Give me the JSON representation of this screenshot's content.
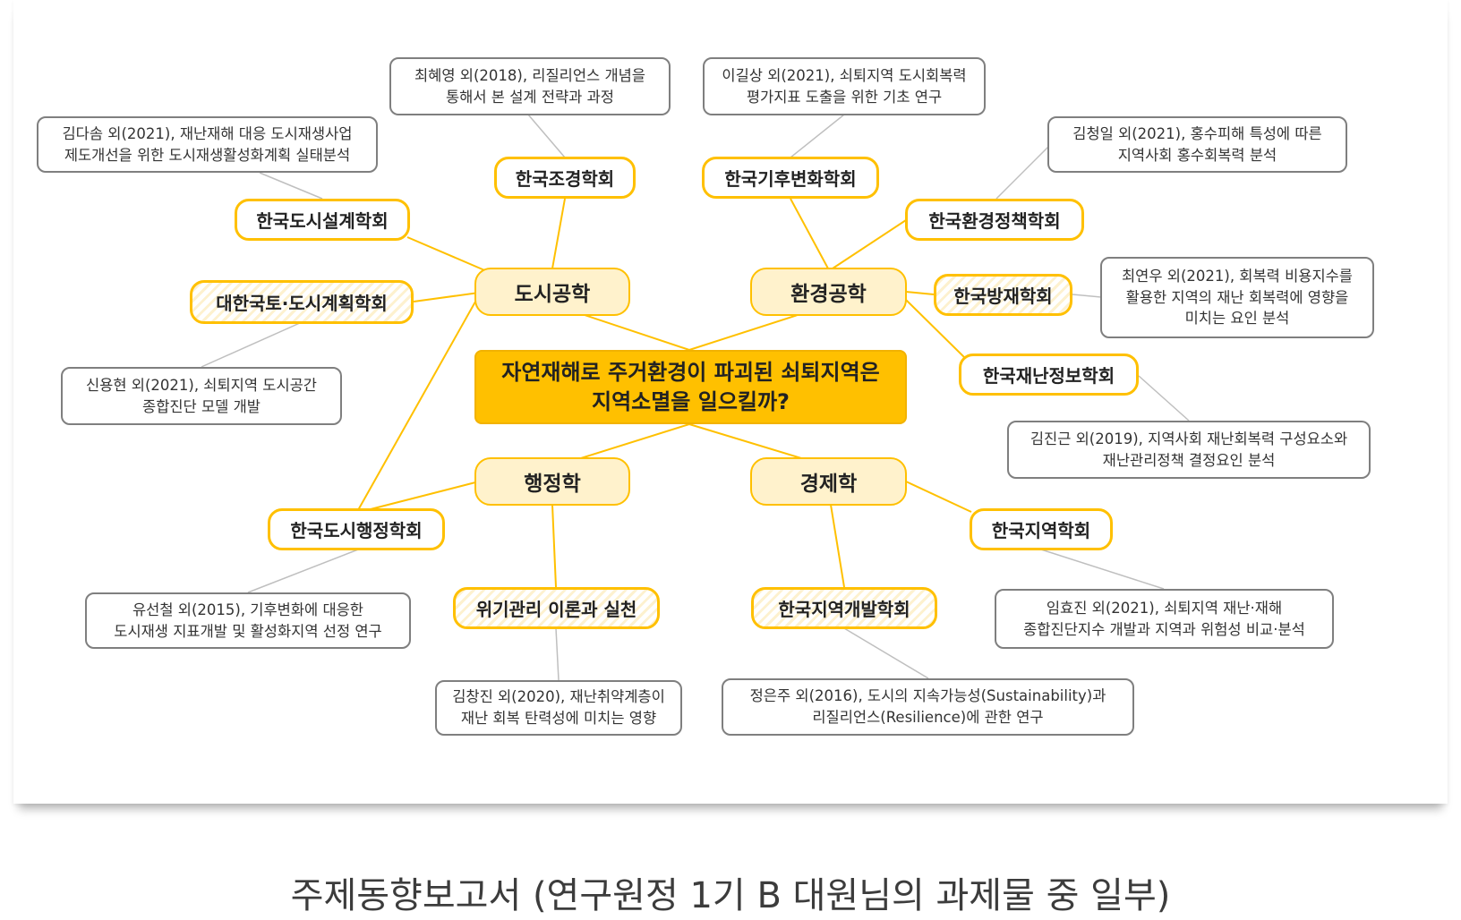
{
  "center": {
    "text": "자연재해로 주거환경이 파괴된 쇠퇴지역은\n지역소멸을 일으킬까?"
  },
  "fields": {
    "urban": "도시공학",
    "env": "환경공학",
    "admin": "행정학",
    "econ": "경제학"
  },
  "societies": {
    "landscape": "한국조경학회",
    "urban_design": "한국도시설계학회",
    "planning": "대한국토·도시계획학회",
    "climate": "한국기후변화학회",
    "env_policy": "한국환경정책학회",
    "disaster_prev": "한국방재학회",
    "disaster_info": "한국재난정보학회",
    "urban_admin": "한국도시행정학회",
    "crisis": "위기관리 이론과 실천",
    "regional_dev": "한국지역개발학회",
    "regional": "한국지역학회"
  },
  "references": {
    "landscape": "최혜영 외(2018), 리질리언스 개념을\n통해서 본 설계 전략과 과정",
    "urban_design": "김다솜 외(2021), 재난재해 대응 도시재생사업\n제도개선을 위한 도시재생활성화계획 실태분석",
    "planning": "신용현 외(2021), 쇠퇴지역 도시공간\n종합진단 모델 개발",
    "climate": "이길상 외(2021), 쇠퇴지역 도시회복력\n평가지표 도출을 위한 기초 연구",
    "env_policy": "김청일 외(2021), 홍수피해 특성에 따른\n지역사회 홍수회복력 분석",
    "disaster_prev": "최연우 외(2021), 회복력 비용지수를\n활용한 지역의 재난 회복력에 영향을\n미치는 요인 분석",
    "disaster_info": "김진근 외(2019), 지역사회 재난회복력 구성요소와\n재난관리정책 결정요인 분석",
    "urban_admin": "유선철 외(2015), 기후변화에 대응한\n도시재생 지표개발 및 활성화지역 선정 연구",
    "crisis": "김창진 외(2020), 재난취약계층이\n재난 회복 탄력성에 미치는 영향",
    "regional_dev": "정은주 외(2016), 도시의 지속가능성(Sustainability)과\n리질리언스(Resilience)에 관한 연구",
    "regional": "임효진 외(2021), 쇠퇴지역 재난·재해\n종합진단지수 개발과 지역과 위험성 비교·분석"
  },
  "caption": "주제동향보고서 (연구원정 1기 B 대원님의 과제물 중 일부)",
  "colors": {
    "accent": "#ffc000",
    "field_fill": "#fff2cc",
    "ref_border": "#7f7f7f",
    "link_gray": "#bfbfbf"
  }
}
